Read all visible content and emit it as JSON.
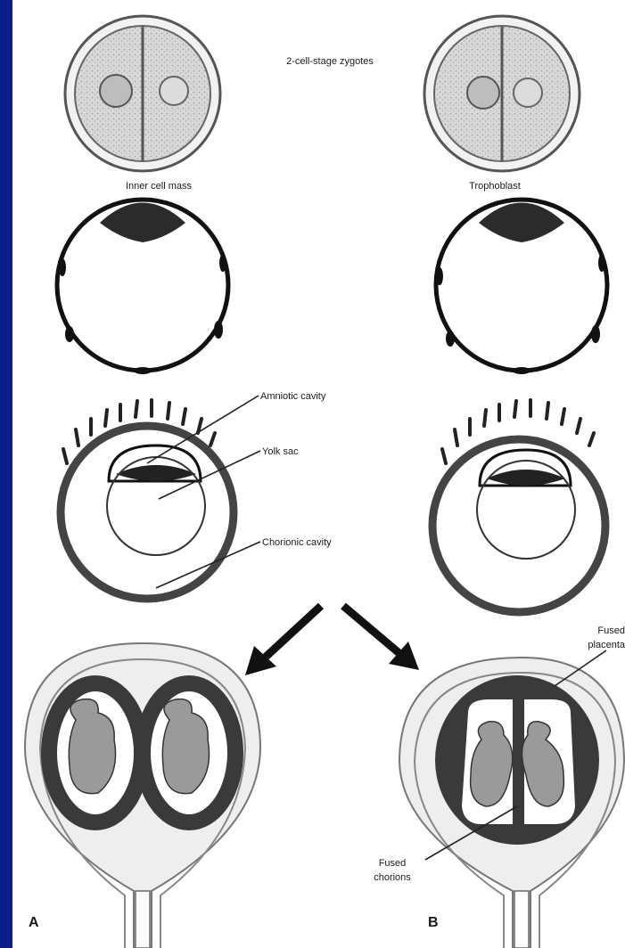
{
  "labels": {
    "zygote": "2-cell-stage zygotes",
    "inner_cell_mass": "Inner cell mass",
    "trophoblast": "Trophoblast",
    "amniotic_cavity": "Amniotic cavity",
    "yolk_sac": "Yolk sac",
    "chorionic_cavity": "Chorionic cavity",
    "fused_placenta_line1": "Fused",
    "fused_placenta_line2": "placenta",
    "fused_chorions_line1": "Fused",
    "fused_chorions_line2": "chorions",
    "panel_a": "A",
    "panel_b": "B"
  },
  "colors": {
    "frame": "#0a1e8c",
    "paper": "#ffffff",
    "ink": "#1a1a1a",
    "chorion": "#444444",
    "fetus": "#9a9a9a",
    "uterus": "#e6e6e6"
  }
}
